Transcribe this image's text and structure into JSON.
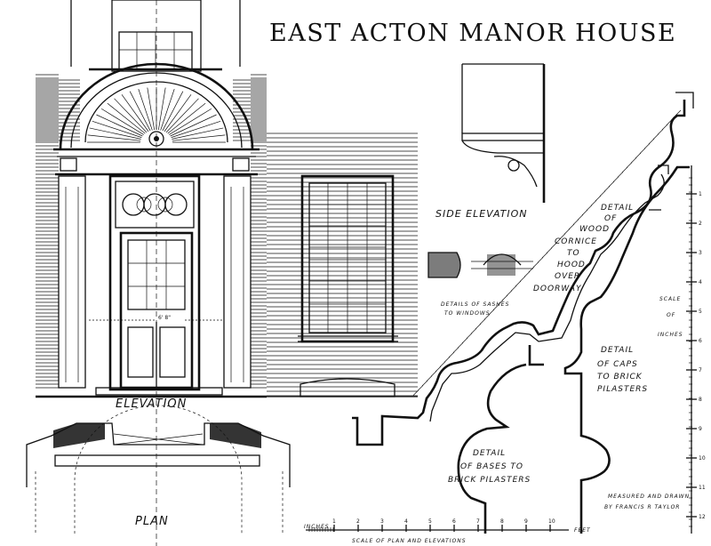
{
  "title": "EAST ACTON MANOR HOUSE",
  "labels": {
    "elevation": "ELEVATION",
    "plan": "PLAN",
    "side_elevation": "SIDE ELEVATION",
    "sashes_line1": "DETAILS OF SASHES",
    "sashes_line2": "TO WINDOWS",
    "cornice_lines": [
      "DETAIL",
      "OF",
      "WOOD",
      "CORNICE",
      "TO",
      "HOOD",
      "OVER",
      "DOORWAY"
    ],
    "caps_lines": [
      "DETAIL",
      "OF CAPS",
      "TO BRICK",
      "PILASTERS"
    ],
    "bases_lines": [
      "DETAIL",
      "OF BASES TO",
      "BRICK PILASTERS"
    ],
    "scale_inches_lines": [
      "SCALE",
      "OF",
      "INCHES"
    ],
    "dimension": "6' 8\"",
    "credit_line1": "MEASURED AND DRAWN",
    "credit_line2": "BY FRANCIS R TAYLOR",
    "scale_caption": "SCALE OF PLAN AND ELEVATIONS",
    "scale_inches_word": "INCHES",
    "scale_feet_word": "FEET"
  },
  "inch_scale_ticks": [
    "1",
    "2",
    "3",
    "4",
    "5",
    "6",
    "7",
    "8",
    "9",
    "10",
    "11",
    "12"
  ],
  "bar_scale_ticks": [
    "1",
    "2",
    "3",
    "4",
    "5",
    "6",
    "7",
    "8",
    "9",
    "10"
  ]
}
